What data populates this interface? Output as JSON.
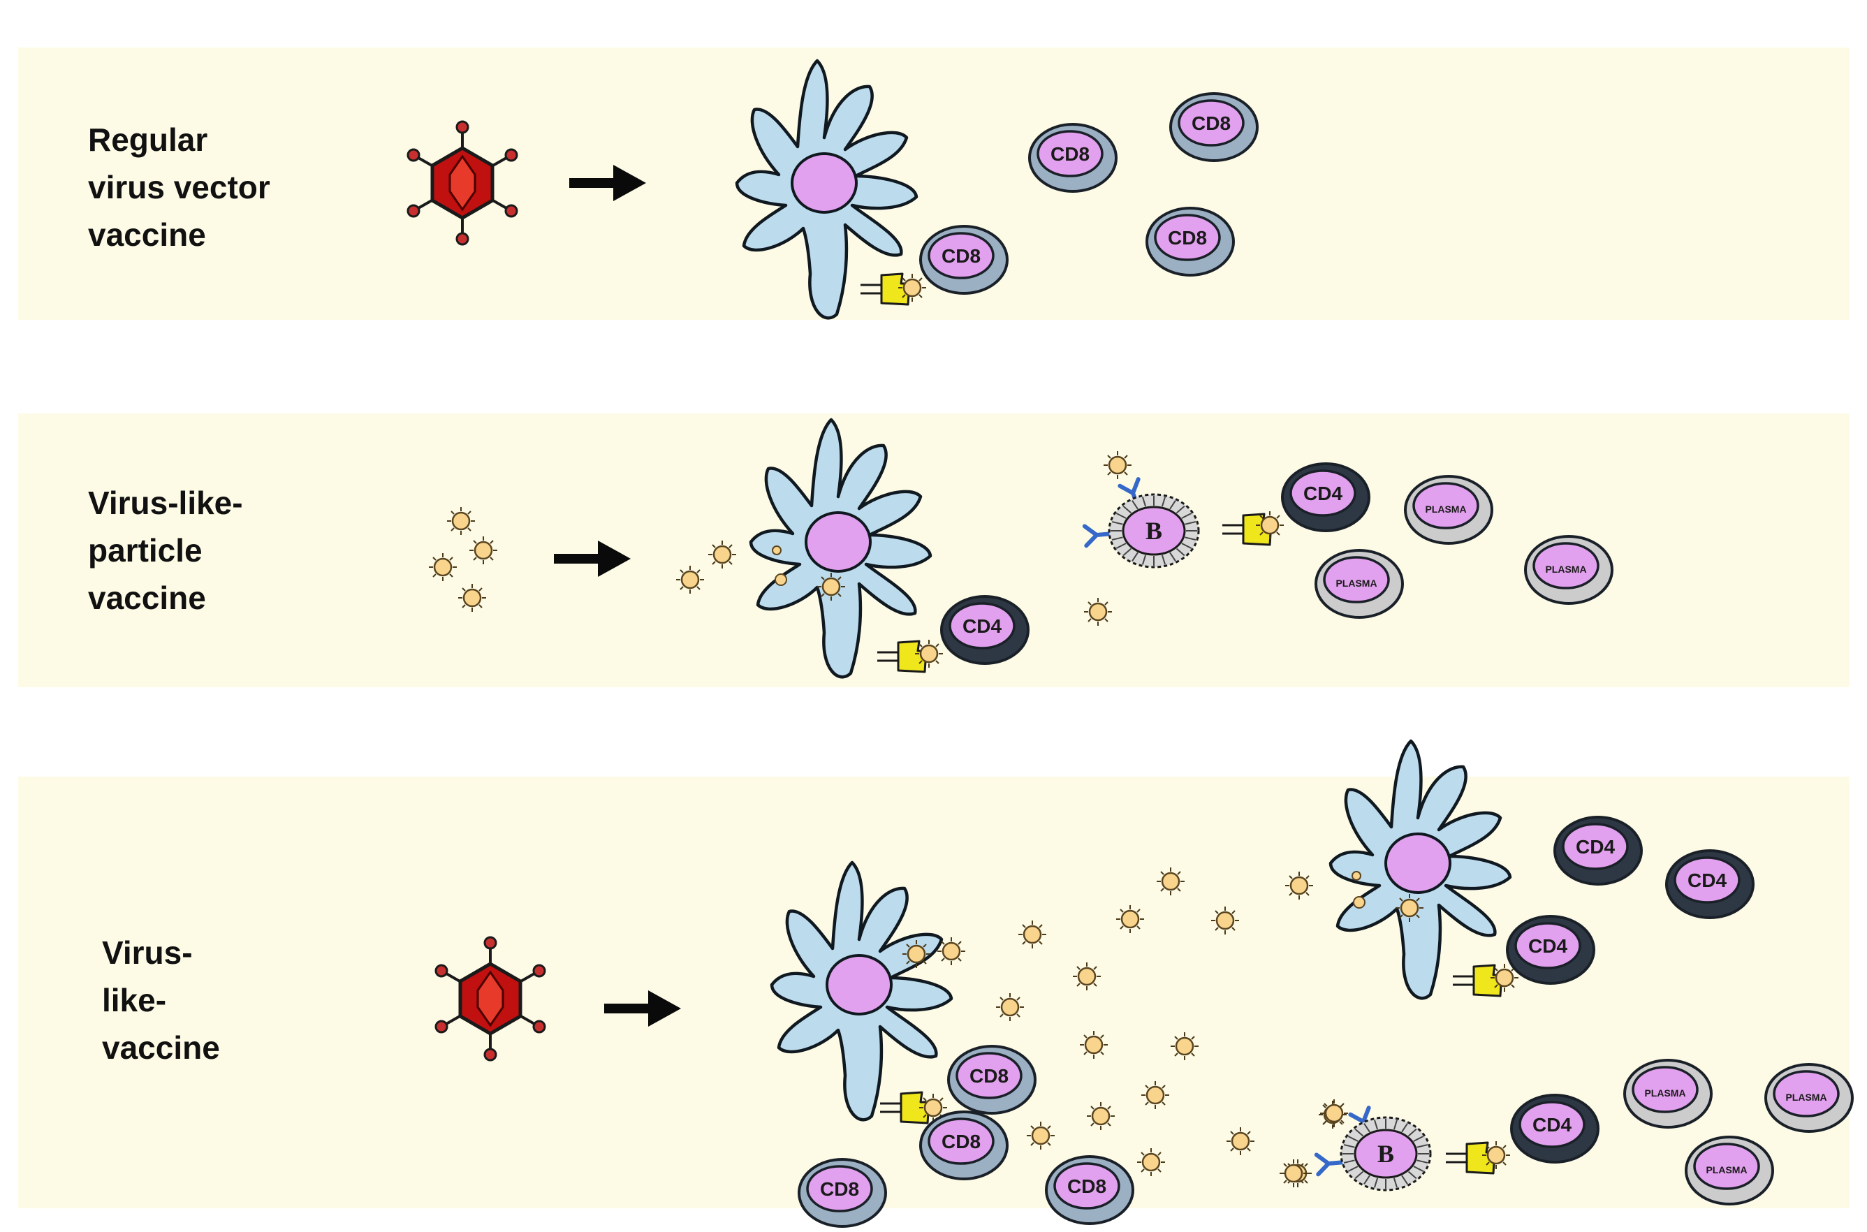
{
  "rows": [
    {
      "title_lines": [
        "Regular",
        "virus vector",
        "vaccine"
      ],
      "cell_labels": [
        "CD8",
        "CD8",
        "CD8",
        "CD8"
      ]
    },
    {
      "title_lines": [
        "Virus-like-",
        "particle",
        "vaccine"
      ],
      "cell_labels": [
        "CD4",
        "B",
        "CD4",
        "PLASMA",
        "PLASMA",
        "PLASMA"
      ]
    },
    {
      "title_lines": [
        "Virus-",
        "like-",
        "vaccine"
      ],
      "cell_labels": [
        "CD8",
        "CD8",
        "CD8",
        "CD8",
        "CD4",
        "CD4",
        "CD4",
        "B",
        "CD4",
        "PLASMA",
        "PLASMA",
        "PLASMA"
      ]
    }
  ],
  "colors": {
    "panel": "#fdfbe6",
    "dendritic_cell": "#bcdcee",
    "nucleus": "#e2a1ee",
    "cd8_ring": "#9cb0c4",
    "cd4_ring": "#2e3844",
    "plasma_ring": "#cccccc",
    "virus": "#c01010",
    "particle": "#f9d48d",
    "antibody": "#3568c8",
    "receptor": "#f0e61c"
  }
}
